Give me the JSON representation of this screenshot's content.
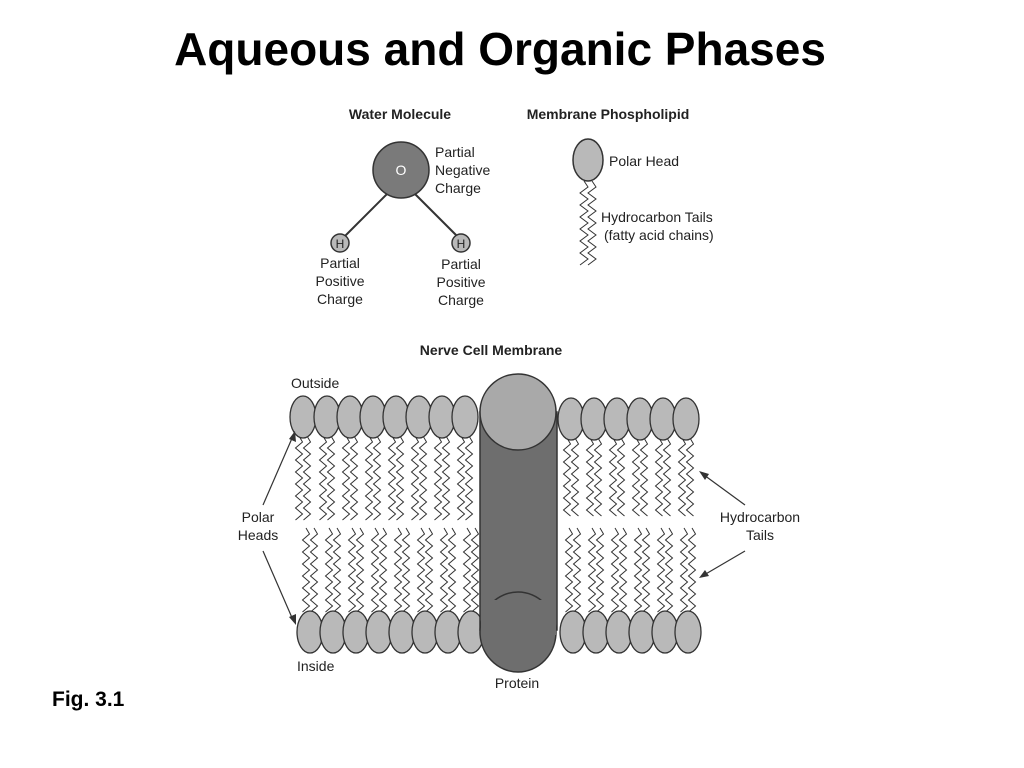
{
  "slide": {
    "title": "Aqueous and Organic Phases",
    "caption": "Fig. 3.1"
  },
  "water_molecule": {
    "heading": "Water Molecule",
    "oxygen_symbol": "O",
    "hydrogen_symbol": "H",
    "oxygen_label": [
      "Partial",
      "Negative",
      "Charge"
    ],
    "hydrogen_label": [
      "Partial",
      "Positive",
      "Charge"
    ]
  },
  "phospholipid": {
    "heading": "Membrane Phospholipid",
    "head_label": "Polar Head",
    "tail_label": [
      "Hydrocarbon Tails",
      "(fatty acid chains)"
    ]
  },
  "membrane": {
    "heading": "Nerve Cell Membrane",
    "outside_label": "Outside",
    "inside_label": "Inside",
    "polar_heads_label": [
      "Polar",
      "Heads"
    ],
    "tails_label": [
      "Hydrocarbon",
      "Tails"
    ],
    "protein_label": "Protein"
  },
  "colors": {
    "head_fill": "#b9b9b9",
    "oxygen_fill": "#7a7a7a",
    "protein_fill": "#6e6e6e",
    "protein_cap": "#a9a9a9",
    "stroke": "#333333"
  }
}
